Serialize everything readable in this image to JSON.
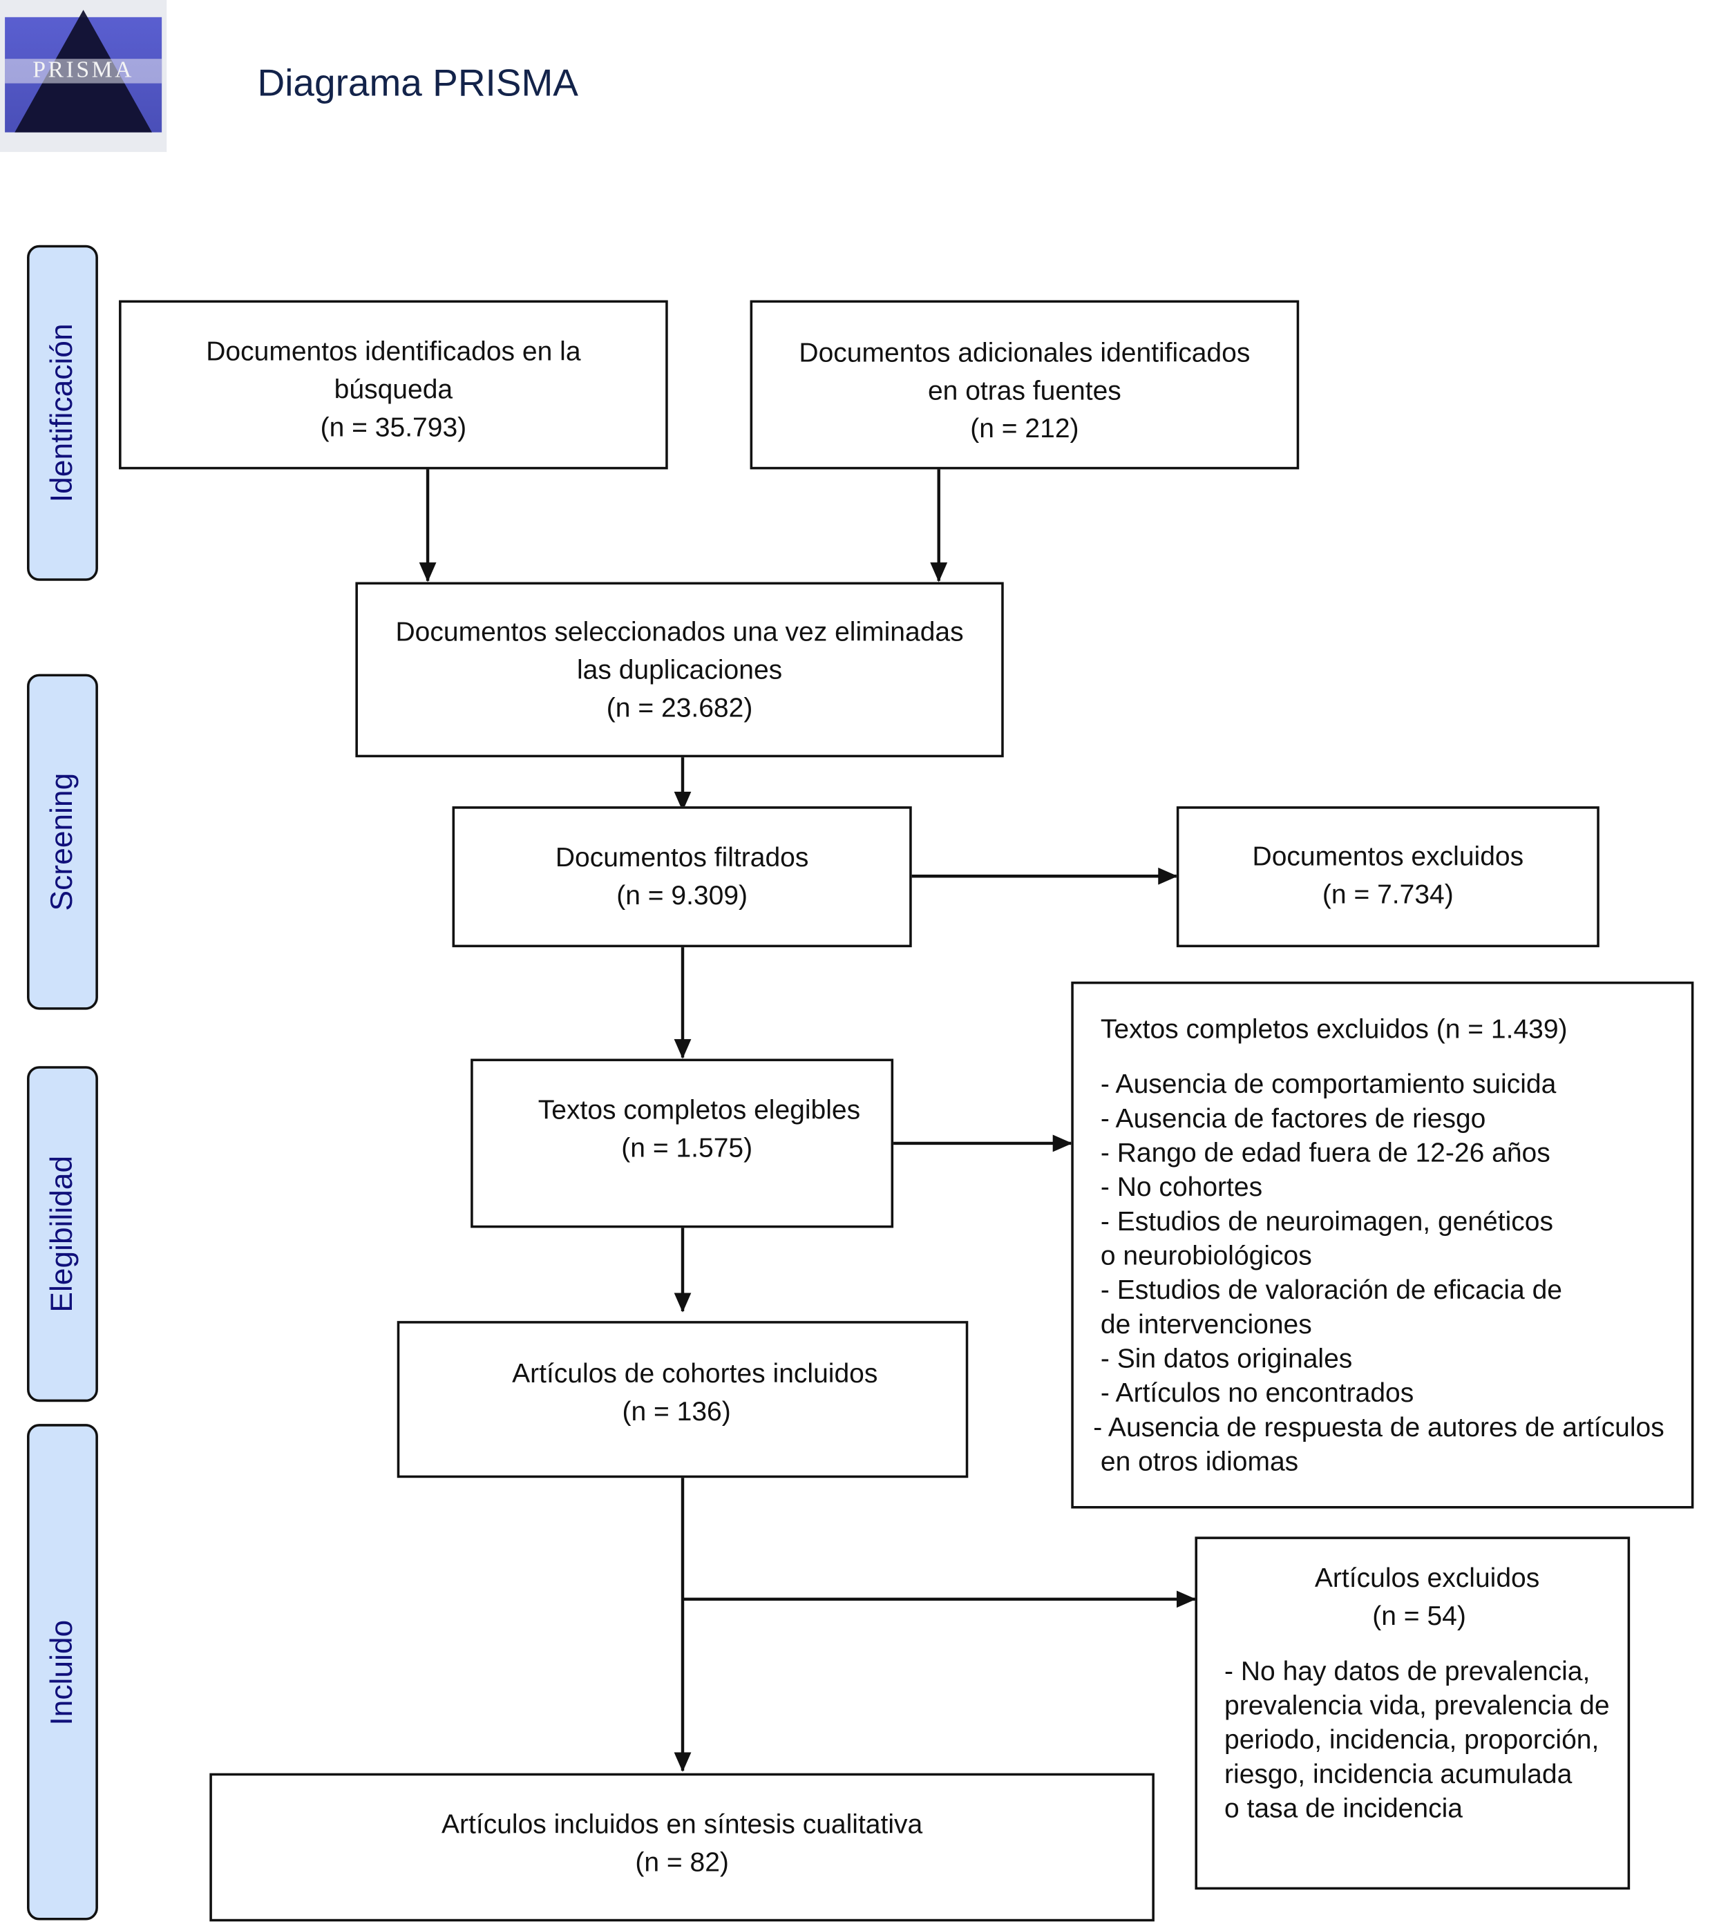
{
  "header": {
    "logo_text": "PRISMA",
    "title": "Diagrama PRISMA"
  },
  "phases": [
    "Identificación",
    "Screening",
    "Elegibilidad",
    "Incluido"
  ],
  "boxes": {
    "identified": [
      "Documentos identificados en la",
      "búsqueda",
      "(n = 35.793)"
    ],
    "additional": [
      "Documentos adicionales identificados",
      "en otras fuentes",
      "(n = 212)"
    ],
    "deduplicated": [
      "Documentos seleccionados una vez eliminadas",
      "las duplicaciones",
      "(n = 23.682)"
    ],
    "filtered": [
      "Documentos filtrados",
      "(n =  9.309)"
    ],
    "excluded": [
      "Documentos excluidos",
      "(n = 7.734)"
    ],
    "eligible": [
      "Textos completos elegibles",
      "(n = 1.575)"
    ],
    "fulltext_excluded": {
      "title": "Textos completos excluidos (n = 1.439)",
      "items": [
        "- Ausencia de comportamiento suicida",
        "- Ausencia de factores de riesgo",
        "- Rango de edad fuera de 12-26 años",
        "- No cohortes",
        "- Estudios de neuroimagen, genéticos",
        "o neurobiológicos",
        "- Estudios de valoración de eficacia de",
        "de intervenciones",
        "- Sin datos originales",
        "- Artículos no encontrados",
        "- Ausencia de respuesta de autores de artículos",
        "en otros idiomas"
      ]
    },
    "cohorts": [
      "Artículos de cohortes incluidos",
      "(n = 136)"
    ],
    "articles_excluded": {
      "title": [
        "Artículos excluidos",
        "(n = 54)"
      ],
      "items": [
        "- No hay datos de prevalencia,",
        "prevalencia vida, prevalencia de",
        "periodo, incidencia, proporción,",
        "riesgo, incidencia acumulada",
        "o tasa de incidencia"
      ]
    },
    "included": [
      "Artículos incluidos en síntesis cualitativa",
      "(n = 82)"
    ]
  },
  "colors": {
    "phase_fill": "#cfe2fb",
    "phase_text": "#10107a",
    "title": "#13234a"
  }
}
